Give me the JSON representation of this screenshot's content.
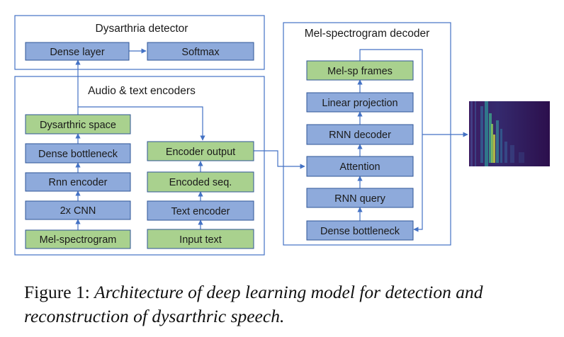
{
  "groups": {
    "detector": "Dysarthria detector",
    "encoders": "Audio & text encoders",
    "decoder": "Mel-spectrogram decoder"
  },
  "boxes": {
    "dense_layer": "Dense layer",
    "softmax": "Softmax",
    "dysarthric_space": "Dysarthric space",
    "dense_bottleneck_enc": "Dense bottleneck",
    "rnn_encoder": "Rnn encoder",
    "cnn": "2x CNN",
    "mel_spectrogram": "Mel-spectrogram",
    "encoder_output": "Encoder output",
    "encoded_seq": "Encoded seq.",
    "text_encoder": "Text encoder",
    "input_text": "Input text",
    "mel_sp_frames": "Mel-sp frames",
    "linear_projection": "Linear projection",
    "rnn_decoder": "RNN decoder",
    "attention": "Attention",
    "rnn_query": "RNN query",
    "dense_bottleneck_dec": "Dense bottleneck"
  },
  "colors": {
    "blue_box": "#8eaadb",
    "green_box": "#a9d18e",
    "box_border": "#2f5597",
    "group_border": "#4472c4",
    "arrow": "#4472c4"
  },
  "caption": {
    "prefix": "Figure 1:",
    "body": "Architecture of deep learning model for detection and reconstruction of dysarthric speech."
  }
}
